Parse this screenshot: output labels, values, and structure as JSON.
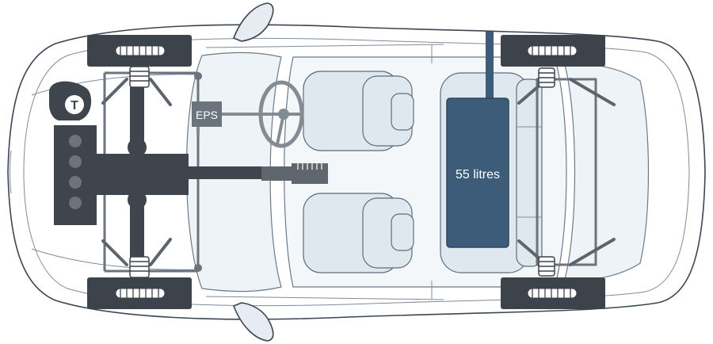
{
  "labels": {
    "turbo_badge": "T",
    "eps": "EPS",
    "fuel_tank": "55 litres"
  },
  "colors": {
    "body_outline": "#3a4655",
    "drivetrain": "#3f454c",
    "fuel_tank": "#3d5c7a",
    "glass": "#eef3f7",
    "seat": "#dfe8ef"
  }
}
